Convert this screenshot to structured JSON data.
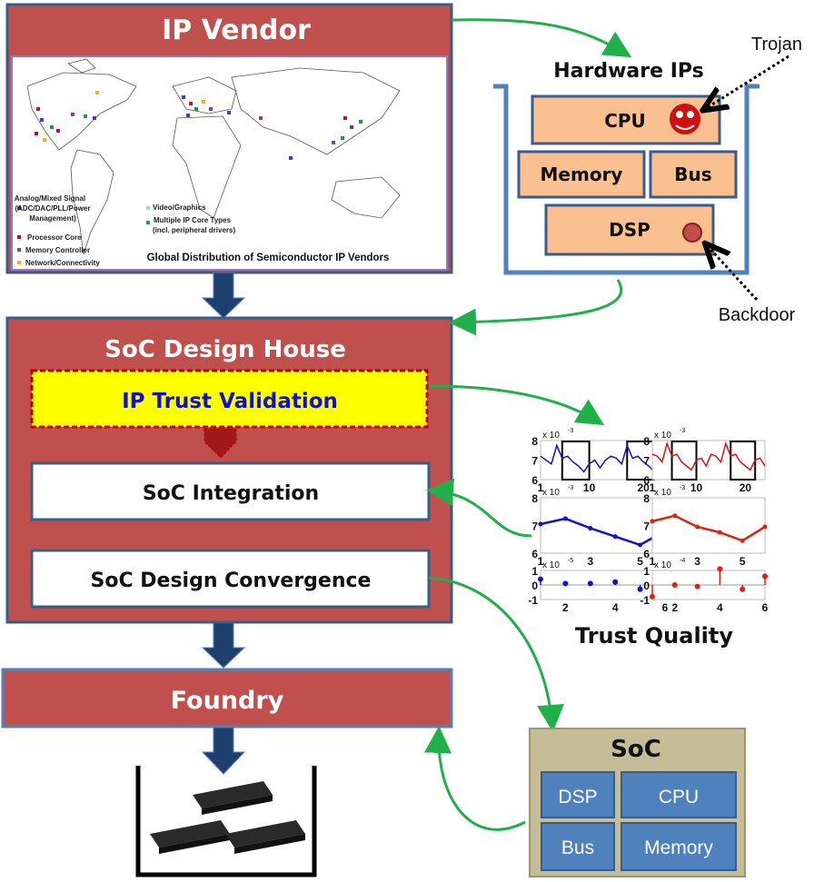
{
  "ip_vendor": {
    "title": "IP Vendor",
    "map": {
      "caption": "Global Distribution of Semiconductor IP Vendors",
      "legend": [
        {
          "label_lines": [
            "Analog/Mixed Signal",
            "(ADC/DAC/PLL/Power",
            "Management)"
          ],
          "color": "#3b3bd6"
        },
        {
          "label_lines": [
            "Processor Core"
          ],
          "color": "#c0102a"
        },
        {
          "label_lines": [
            "Memory Controller"
          ],
          "color": "#7a3fb0"
        },
        {
          "label_lines": [
            "Network/Connectivity"
          ],
          "color": "#f0b800"
        },
        {
          "label_lines": [
            "Video/Graphics"
          ],
          "color": "#9fd3dc"
        },
        {
          "label_lines": [
            "Multiple IP Core Types",
            "(incl. peripheral drivers)"
          ],
          "color": "#1a9a5a"
        }
      ]
    }
  },
  "hardware_ips": {
    "title": "Hardware IPs",
    "blocks": [
      "CPU",
      "Memory",
      "Bus",
      "DSP"
    ],
    "trojan_label": "Trojan",
    "backdoor_label": "Backdoor"
  },
  "soc_design_house": {
    "title": "SoC Design House",
    "steps": [
      "IP Trust Validation",
      "SoC Integration",
      "SoC Design Convergence"
    ]
  },
  "foundry": {
    "title": "Foundry"
  },
  "trust_quality": {
    "title": "Trust Quality"
  },
  "soc": {
    "title": "SoC",
    "blocks": [
      "DSP",
      "CPU",
      "Bus",
      "Memory"
    ]
  },
  "colors": {
    "red_box": "#c0504d",
    "border_blue": "#385d8a",
    "arrow_navy": "#1f3f6e",
    "green_arrow": "#1fb04a",
    "ip_fill": "#fac090",
    "soc_fill": "#c4bd97",
    "soc_block": "#4f81bd",
    "yellow": "#ffff00"
  },
  "chart_data": [
    {
      "type": "line",
      "panel": "top-left",
      "color": "#1010d0",
      "exponent_label": "x 10",
      "exponent": "-3",
      "x": [
        1,
        2,
        3,
        4,
        5,
        6,
        7,
        8,
        9,
        10,
        11,
        12,
        13,
        14,
        15,
        16,
        17,
        18,
        19,
        20,
        21,
        22,
        23,
        24
      ],
      "y": [
        7.2,
        7.0,
        6.8,
        7.75,
        7.1,
        7.2,
        6.9,
        6.7,
        6.4,
        6.8,
        7.0,
        6.6,
        7.0,
        7.2,
        7.1,
        6.8,
        7.75,
        7.1,
        7.2,
        6.9,
        6.7,
        6.4,
        6.8,
        6.6
      ],
      "xlim": [
        1,
        24
      ],
      "ylim": [
        6,
        8
      ],
      "xticks": [
        10,
        20
      ],
      "xtick_labels": [
        "1",
        "10",
        "20"
      ],
      "ytick_labels": [
        "6",
        "7",
        "8"
      ],
      "windows": [
        [
          5,
          10
        ],
        [
          17,
          22
        ]
      ]
    },
    {
      "type": "line",
      "panel": "top-right",
      "color": "#e01010",
      "exponent_label": "x 10",
      "exponent": "-3",
      "x": [
        1,
        2,
        3,
        4,
        5,
        6,
        7,
        8,
        9,
        10,
        11,
        12,
        13,
        14,
        15,
        16,
        17,
        18,
        19,
        20,
        21,
        22,
        23,
        24
      ],
      "y": [
        7.3,
        7.2,
        6.9,
        7.85,
        7.2,
        7.3,
        6.9,
        6.7,
        6.5,
        7.0,
        7.1,
        6.7,
        7.3,
        7.2,
        6.9,
        7.85,
        7.2,
        7.3,
        6.9,
        6.7,
        6.5,
        7.0,
        7.1,
        6.7
      ],
      "xlim": [
        1,
        24
      ],
      "ylim": [
        6,
        8
      ],
      "xticks": [
        10,
        20
      ],
      "xtick_labels": [
        "1",
        "10",
        "20"
      ],
      "ytick_labels": [
        "6",
        "7",
        "8"
      ],
      "windows": [
        [
          5,
          10
        ],
        [
          17,
          22
        ]
      ]
    },
    {
      "type": "line",
      "panel": "mid-left",
      "color": "#1010d0",
      "exponent_label": "x 10",
      "exponent": "-3",
      "x": [
        1,
        2,
        3,
        4,
        5,
        6
      ],
      "y": [
        7.05,
        7.25,
        6.9,
        6.6,
        6.3,
        6.8
      ],
      "xlim": [
        1,
        6
      ],
      "ylim": [
        6,
        8
      ],
      "xtick_labels": [
        "1",
        "3",
        "5"
      ],
      "ytick_labels": [
        "6",
        "7",
        "8"
      ]
    },
    {
      "type": "line",
      "panel": "mid-right",
      "color": "#e02010",
      "exponent_label": "x 10",
      "exponent": "-3",
      "x": [
        1,
        2,
        3,
        4,
        5,
        6
      ],
      "y": [
        7.15,
        7.35,
        6.95,
        6.75,
        6.45,
        6.95
      ],
      "xlim": [
        1,
        6
      ],
      "ylim": [
        6,
        8
      ],
      "xtick_labels": [
        "1",
        "3",
        "5"
      ],
      "ytick_labels": [
        "6",
        "7",
        "8"
      ]
    },
    {
      "type": "stem",
      "panel": "bottom-left",
      "color": "#1010d0",
      "exponent_label": "x 10",
      "exponent": "-5",
      "x": [
        1,
        2,
        3,
        4,
        5,
        6
      ],
      "y": [
        0.4,
        0.1,
        0.1,
        0.2,
        -0.3,
        0.15
      ],
      "xlim": [
        1,
        6
      ],
      "ylim": [
        -1,
        1
      ],
      "xtick_labels": [
        "2",
        "4",
        "6"
      ],
      "ytick_labels": [
        "-1",
        "0",
        "1"
      ]
    },
    {
      "type": "stem",
      "panel": "bottom-right",
      "color": "#e02010",
      "exponent_label": "x 10",
      "exponent": "-4",
      "x": [
        1,
        2,
        3,
        4,
        5,
        6
      ],
      "y": [
        -0.8,
        0.0,
        -0.1,
        1.1,
        -0.3,
        0.6
      ],
      "xlim": [
        1,
        6
      ],
      "ylim": [
        -1,
        1
      ],
      "xtick_labels": [
        "2",
        "4",
        "6"
      ],
      "ytick_labels": [
        "-1",
        "0",
        "1"
      ]
    }
  ]
}
